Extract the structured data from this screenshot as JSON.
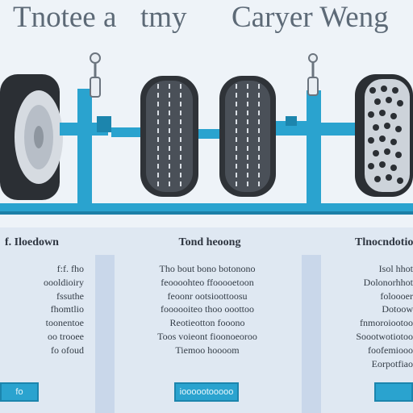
{
  "title": {
    "part1": "Tnotee a",
    "part2": "tmy",
    "part3": "Caryer Weng"
  },
  "columns": [
    {
      "heading": "f. Iloedown",
      "lines": [
        "f:f. fho",
        "oooldioiry",
        "fssuthe",
        "fhomtlio",
        "toonentoe",
        "oo trooee",
        "fo ofoud"
      ],
      "button": "fo"
    },
    {
      "heading": "Tond heoong",
      "lines": [
        "Tho bout bono botonono",
        "feoooohteo ffooooetoon",
        "feoonr ootsioottoosu",
        "foooooiteo thoo ooottoo",
        "Reotieotton fooono",
        "Toos voieont fioonoeoroo",
        "Tiemoo hoooom"
      ],
      "button": "ioooootooooo"
    },
    {
      "heading": "Tlnocndotion",
      "lines": [
        "Isol hhot",
        "Dolonorhhot",
        "foloooer",
        "Dotoow",
        "fnmoroiootoo",
        "Soootwotiotoo",
        "foofemiooo",
        "Eorpotfiao"
      ],
      "button": ""
    }
  ],
  "colors": {
    "accent": "#2aa3cf",
    "tire": "#2f3338",
    "background": "#eef3f8"
  },
  "icons": [
    "tire-icon",
    "wheel-rim-icon",
    "gauge-icon",
    "axle-icon"
  ]
}
